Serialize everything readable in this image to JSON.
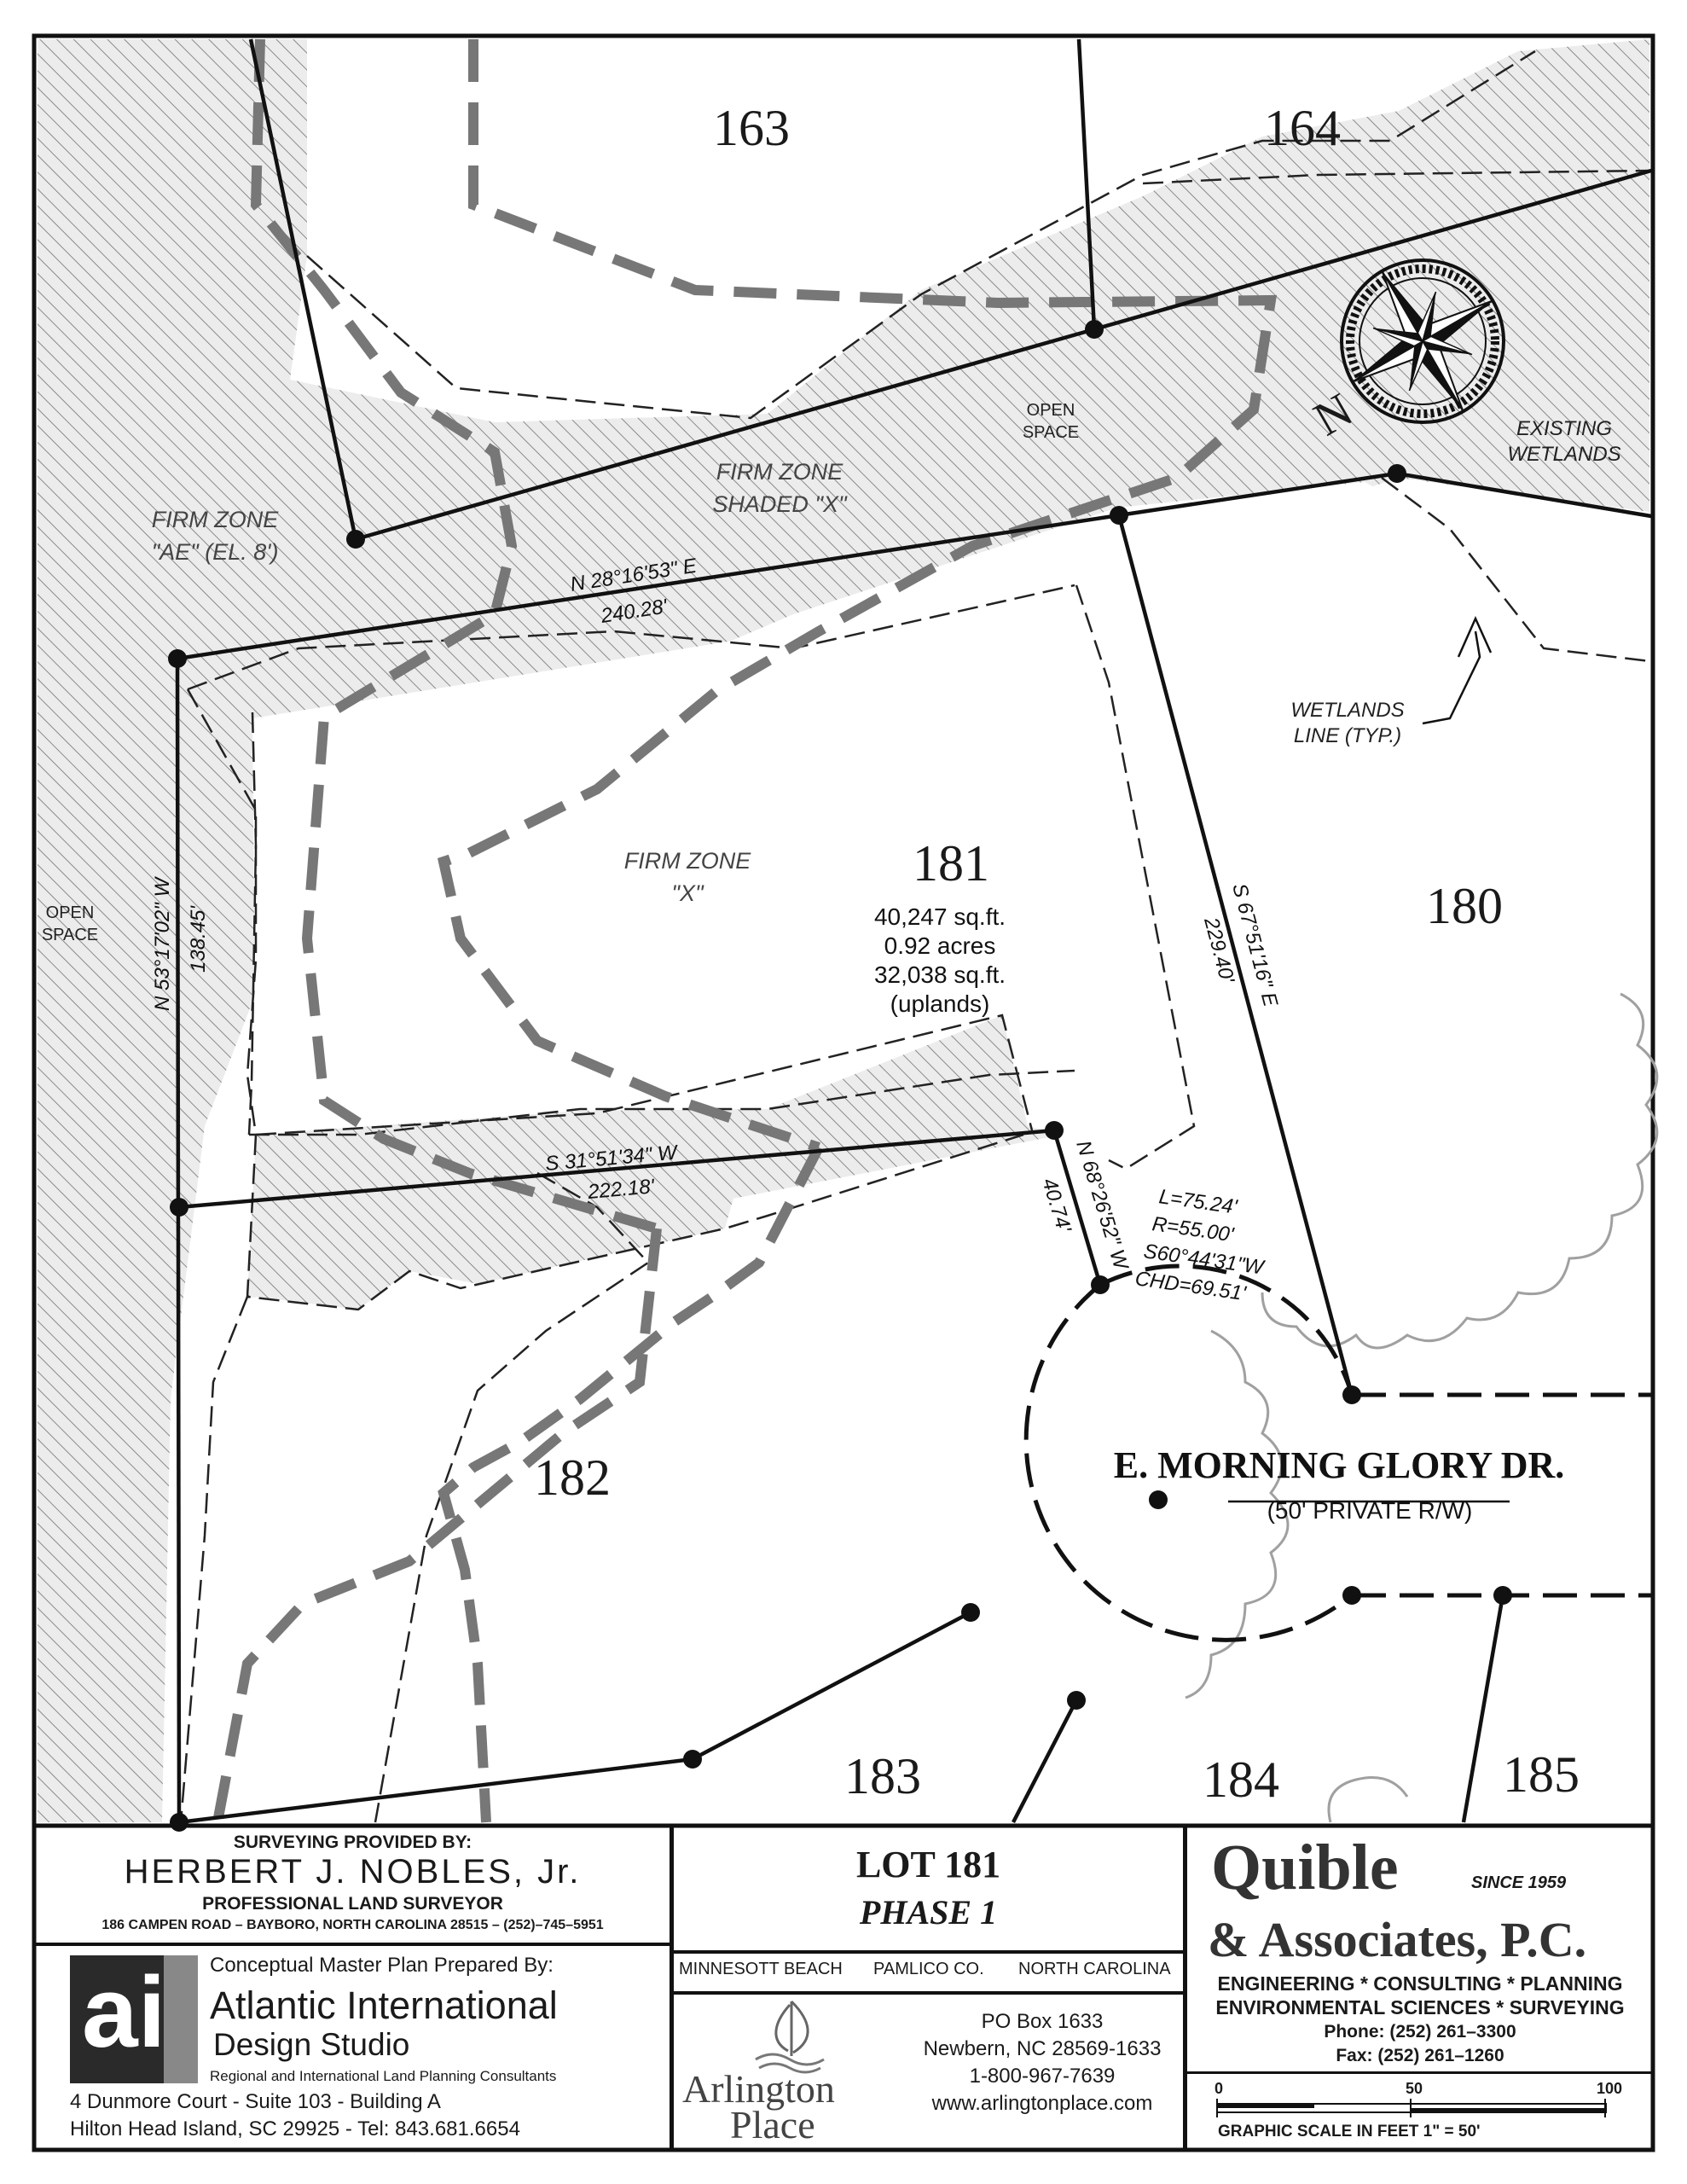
{
  "lots": {
    "l163": "163",
    "l164": "164",
    "l181": "181",
    "l180": "180",
    "l182": "182",
    "l183": "183",
    "l184": "184",
    "l185": "185"
  },
  "lot181": {
    "sqft": "40,247 sq.ft.",
    "acres": "0.92 acres",
    "uplands_sqft": "32,038 sq.ft.",
    "uplands": "(uplands)"
  },
  "labels": {
    "open_space_top": [
      "OPEN",
      "SPACE"
    ],
    "open_space_left": [
      "OPEN",
      "SPACE"
    ],
    "firm_ae": [
      "FIRM ZONE",
      "\"AE\" (EL. 8')"
    ],
    "firm_shaded": [
      "FIRM ZONE",
      "SHADED \"X\""
    ],
    "firm_x": [
      "FIRM ZONE",
      "\"X\""
    ],
    "existing_wetlands": [
      "EXISTING",
      "WETLANDS"
    ],
    "wetlands_line": [
      "WETLANDS",
      "LINE (TYP.)"
    ],
    "north": "N"
  },
  "bearings": {
    "north_line_bearing": "N 28°16'53\" E",
    "north_line_distance": "240.28'",
    "west_line_bearing": "N 53°17'02\" W",
    "west_line_distance": "138.45'",
    "east_line_bearing": "S 67°51'16\" E",
    "east_line_distance": "229.40'",
    "south_line_bearing": "S 31°51'34\" W",
    "south_line_distance": "222.18'",
    "short_line_bearing": "N 68°26'52\" W",
    "short_line_distance": "40.74'",
    "curve": [
      "L=75.24'",
      "R=55.00'",
      "S60°44'31\"W",
      "CHD=69.51'"
    ]
  },
  "street": {
    "name": "E. MORNING GLORY DR.",
    "row": "(50' PRIVATE R/W)"
  },
  "title_block": {
    "surveyor": {
      "heading": "SURVEYING PROVIDED BY:",
      "name": "HERBERT J. NOBLES, Jr.",
      "title": "PROFESSIONAL LAND SURVEYOR",
      "address": "186 CAMPEN ROAD – BAYBORO, NORTH CAROLINA 28515 – (252)–745–5951"
    },
    "aid": {
      "prepared_by": "Conceptual Master Plan Prepared By:",
      "name_1": "Atlantic International",
      "name_2": "Design Studio",
      "tagline": "Regional and International Land Planning Consultants",
      "address": "4 Dunmore Court - Suite 103 - Building A",
      "city": "Hilton Head Island, SC  29925 - Tel:  843.681.6654",
      "logo_letters": "ai"
    },
    "lot_title": "LOT  181",
    "phase": "PHASE  1",
    "location": {
      "town": "MINNESOTT BEACH",
      "county": "PAMLICO CO.",
      "state": "NORTH CAROLINA"
    },
    "arlington": {
      "name_1": "Arlington",
      "name_2": "Place",
      "po_box": "PO Box 1633",
      "city": "Newbern, NC 28569-1633",
      "phone": "1-800-967-7639",
      "web": "www.arlingtonplace.com"
    },
    "quible": {
      "name": "Quible",
      "since": "SINCE 1959",
      "name_2": "& Associates, P.C.",
      "services_1": "ENGINEERING * CONSULTING * PLANNING",
      "services_2": "ENVIRONMENTAL SCIENCES * SURVEYING",
      "phone": "Phone:  (252)  261–3300",
      "fax": "Fax:  (252)  261–1260"
    },
    "scale": {
      "ticks": [
        "0",
        "50",
        "100"
      ],
      "caption": "GRAPHIC SCALE IN FEET 1\" = 50'"
    }
  }
}
